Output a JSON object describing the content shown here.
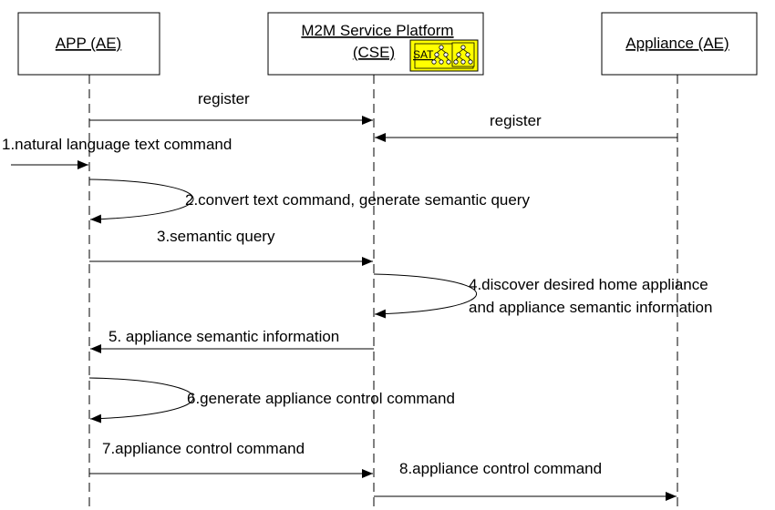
{
  "participants": {
    "app": "APP (AE)",
    "cse_line1": "M2M Service Platform",
    "cse_line2": "(CSE)",
    "appliance": "Appliance (AE)",
    "sat_badge": "SAT"
  },
  "messages": {
    "register_app": "register",
    "register_appliance": "register",
    "m1": "1.natural language text command",
    "m2": "2.convert text command, generate semantic query",
    "m3": "3.semantic query",
    "m4_line1": "4.discover desired home appliance",
    "m4_line2": "and appliance semantic information",
    "m5": "5. appliance semantic information",
    "m6": "6.generate appliance control command",
    "m7": "7.appliance control command",
    "m8": "8.appliance control command"
  },
  "colors": {
    "badge_fill": "#ffff00",
    "line": "#000000"
  }
}
